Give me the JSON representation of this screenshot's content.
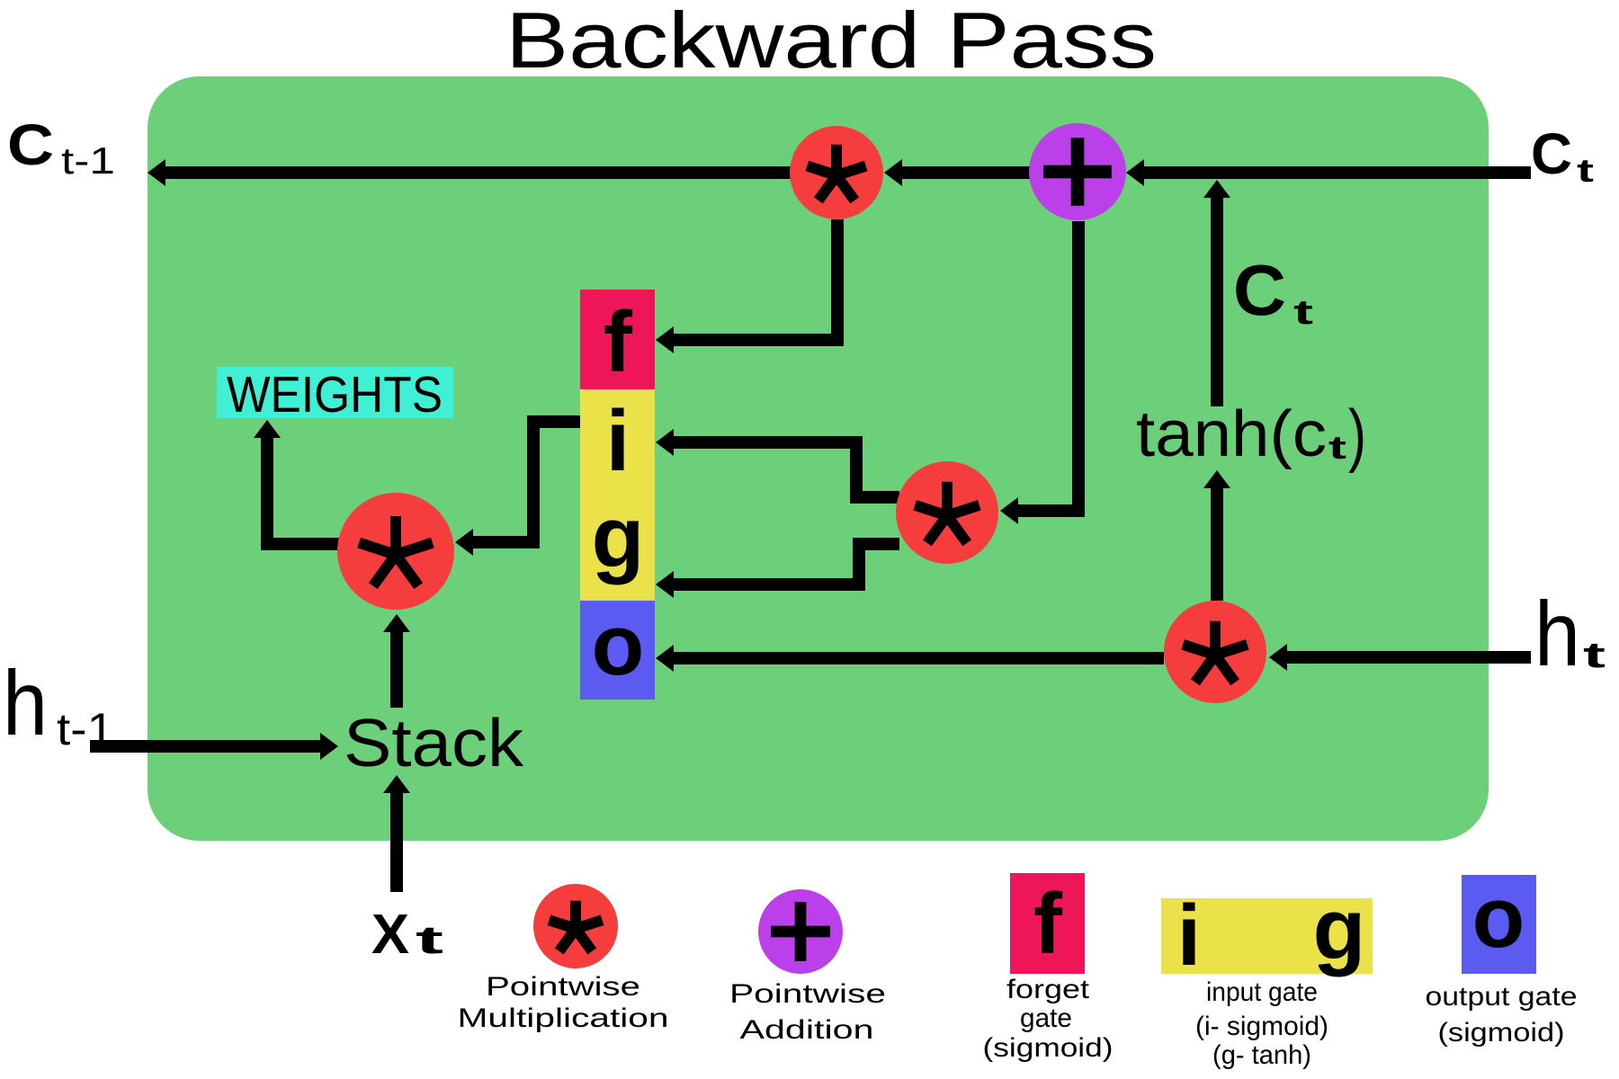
{
  "title": "Backward Pass",
  "colors": {
    "cell_background": "#6ccf7a",
    "pointwise_multiplication": "#f53d3d",
    "pointwise_addition": "#bb40ea",
    "forget_gate": "#ee1559",
    "input_gate": "#ebe24a",
    "output_gate": "#5b5bf2",
    "weights_background": "#40f0d4",
    "weights_text": "#e6ff00",
    "line": "#000000"
  },
  "labels": {
    "c_prev": {
      "main": "C",
      "sub": "t-1"
    },
    "c_next": {
      "main": "C",
      "sub": "t"
    },
    "c_inner": {
      "main": "C",
      "sub": "t"
    },
    "tanh": {
      "prefix": "tanh(c",
      "sub": "t",
      "suffix": ")"
    },
    "h_prev": {
      "main": "h",
      "sub": "t-1"
    },
    "h_next": {
      "main": "h",
      "sub": "t"
    },
    "x_in": {
      "main": "X",
      "sub": "t"
    },
    "stack": "Stack",
    "weights": "WEIGHTS"
  },
  "gates": [
    {
      "letter": "f",
      "name": "forget gate"
    },
    {
      "letter": "i",
      "name": "input gate"
    },
    {
      "letter": "g",
      "name": "input gate (tanh)"
    },
    {
      "letter": "o",
      "name": "output gate"
    }
  ],
  "operators": {
    "multiply_symbol": "*",
    "add_symbol": "+"
  },
  "legend": [
    {
      "key": "mult",
      "lines": [
        "Pointwise",
        "Multiplication"
      ]
    },
    {
      "key": "add",
      "lines": [
        "Pointwise",
        "Addition"
      ]
    },
    {
      "key": "f",
      "letters": [
        "f"
      ],
      "lines": [
        "forget",
        "gate",
        "(sigmoid)"
      ]
    },
    {
      "key": "ig",
      "letters": [
        "i",
        "g"
      ],
      "lines": [
        "input gate",
        "(i- sigmoid)",
        "(g- tanh)"
      ]
    },
    {
      "key": "o",
      "letters": [
        "o"
      ],
      "lines": [
        "output gate",
        "(sigmoid)"
      ]
    }
  ]
}
